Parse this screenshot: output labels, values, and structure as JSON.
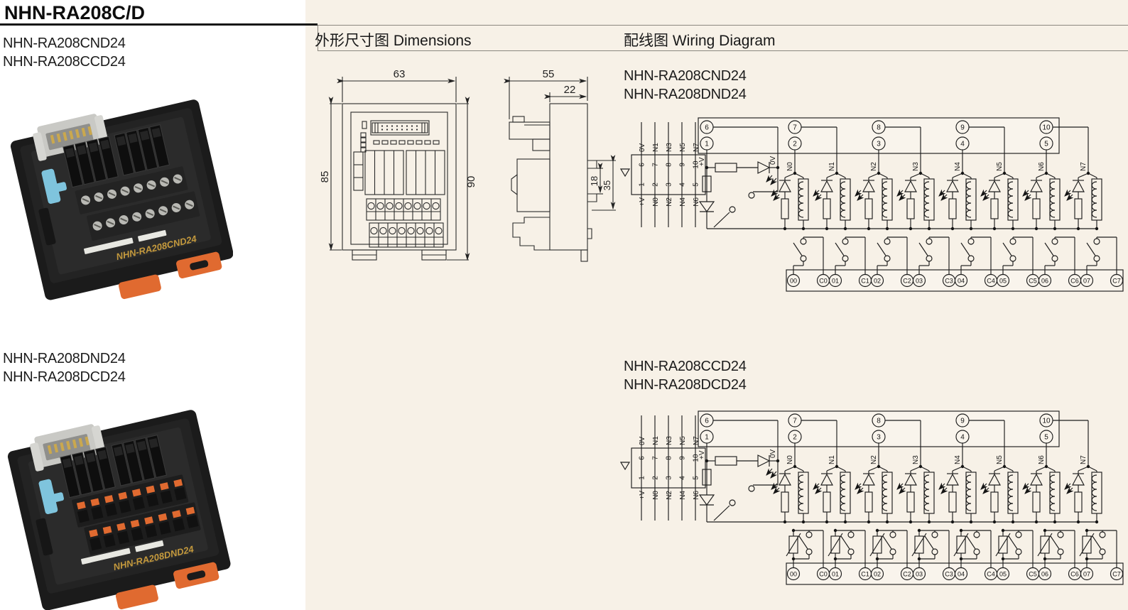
{
  "page": {
    "title": "NHN-RA208C/D",
    "bg_panel": "#f7f1e7",
    "ink": "#141414"
  },
  "left": {
    "models_top": [
      "NHN-RA208CND24",
      "NHN-RA208CCD24"
    ],
    "models_bottom": [
      "NHN-RA208DND24",
      "NHN-RA208DCD24"
    ],
    "photo_top_label": "NHN-RA208CND24",
    "photo_bottom_label": "NHN-RA208DND24",
    "photo_colors": {
      "body": "#232323",
      "clip": "#e06a30",
      "connector": "#c9c9c5",
      "lever": "#7fc4dd",
      "label_gold": "#c59a3d"
    }
  },
  "dimensions": {
    "heading_cn": "外形尺寸图",
    "heading_en": "Dimensions",
    "front": {
      "width": "63",
      "height_left": "85",
      "height_right": "90"
    },
    "side": {
      "depth": "55",
      "body": "22",
      "rail_inner": "18",
      "rail_outer": "35"
    }
  },
  "wiring": {
    "heading_cn": "配线图",
    "heading_en": "Wiring Diagram",
    "diagrams": [
      {
        "models": [
          "NHN-RA208CND24",
          "NHN-RA208DND24"
        ],
        "contact": "plain"
      },
      {
        "models": [
          "NHN-RA208CCD24",
          "NHN-RA208DCD24"
        ],
        "contact": "varistor"
      }
    ],
    "pinout": {
      "top_labels": [
        "0V",
        "N1",
        "N3",
        "N5",
        "N7"
      ],
      "row1": [
        "6",
        "7",
        "8",
        "9",
        "10"
      ],
      "row2": [
        "1",
        "2",
        "3",
        "4",
        "5"
      ],
      "bottom_labels": [
        "+V",
        "N0",
        "N2",
        "N4",
        "N6"
      ]
    },
    "top_circles": [
      "6",
      "7",
      "8",
      "9",
      "10"
    ],
    "bottom_circles": [
      "1",
      "2",
      "3",
      "4",
      "5"
    ],
    "channels": [
      "N0",
      "N1",
      "N2",
      "N3",
      "N4",
      "N5",
      "N6",
      "N7"
    ],
    "power": {
      "plus": "+V",
      "zero": "0V"
    },
    "terminals": [
      "00",
      "C0",
      "01",
      "C1",
      "02",
      "C2",
      "03",
      "C3",
      "04",
      "C4",
      "05",
      "C5",
      "06",
      "C6",
      "07",
      "C7"
    ]
  }
}
